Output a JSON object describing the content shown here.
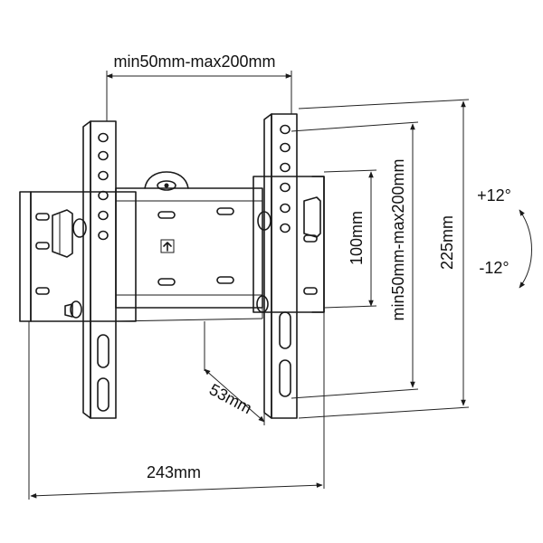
{
  "dimensions": {
    "top_width": "min50mm-max200mm",
    "right_height_outer": "225mm",
    "right_height_inner": "min50mm-max200mm",
    "right_height_small": "100mm",
    "depth": "53mm",
    "bottom_width": "243mm"
  },
  "tilt": {
    "up": "+12°",
    "down": "-12°"
  },
  "icons": {
    "up_arrow": "arrow-up-icon"
  }
}
